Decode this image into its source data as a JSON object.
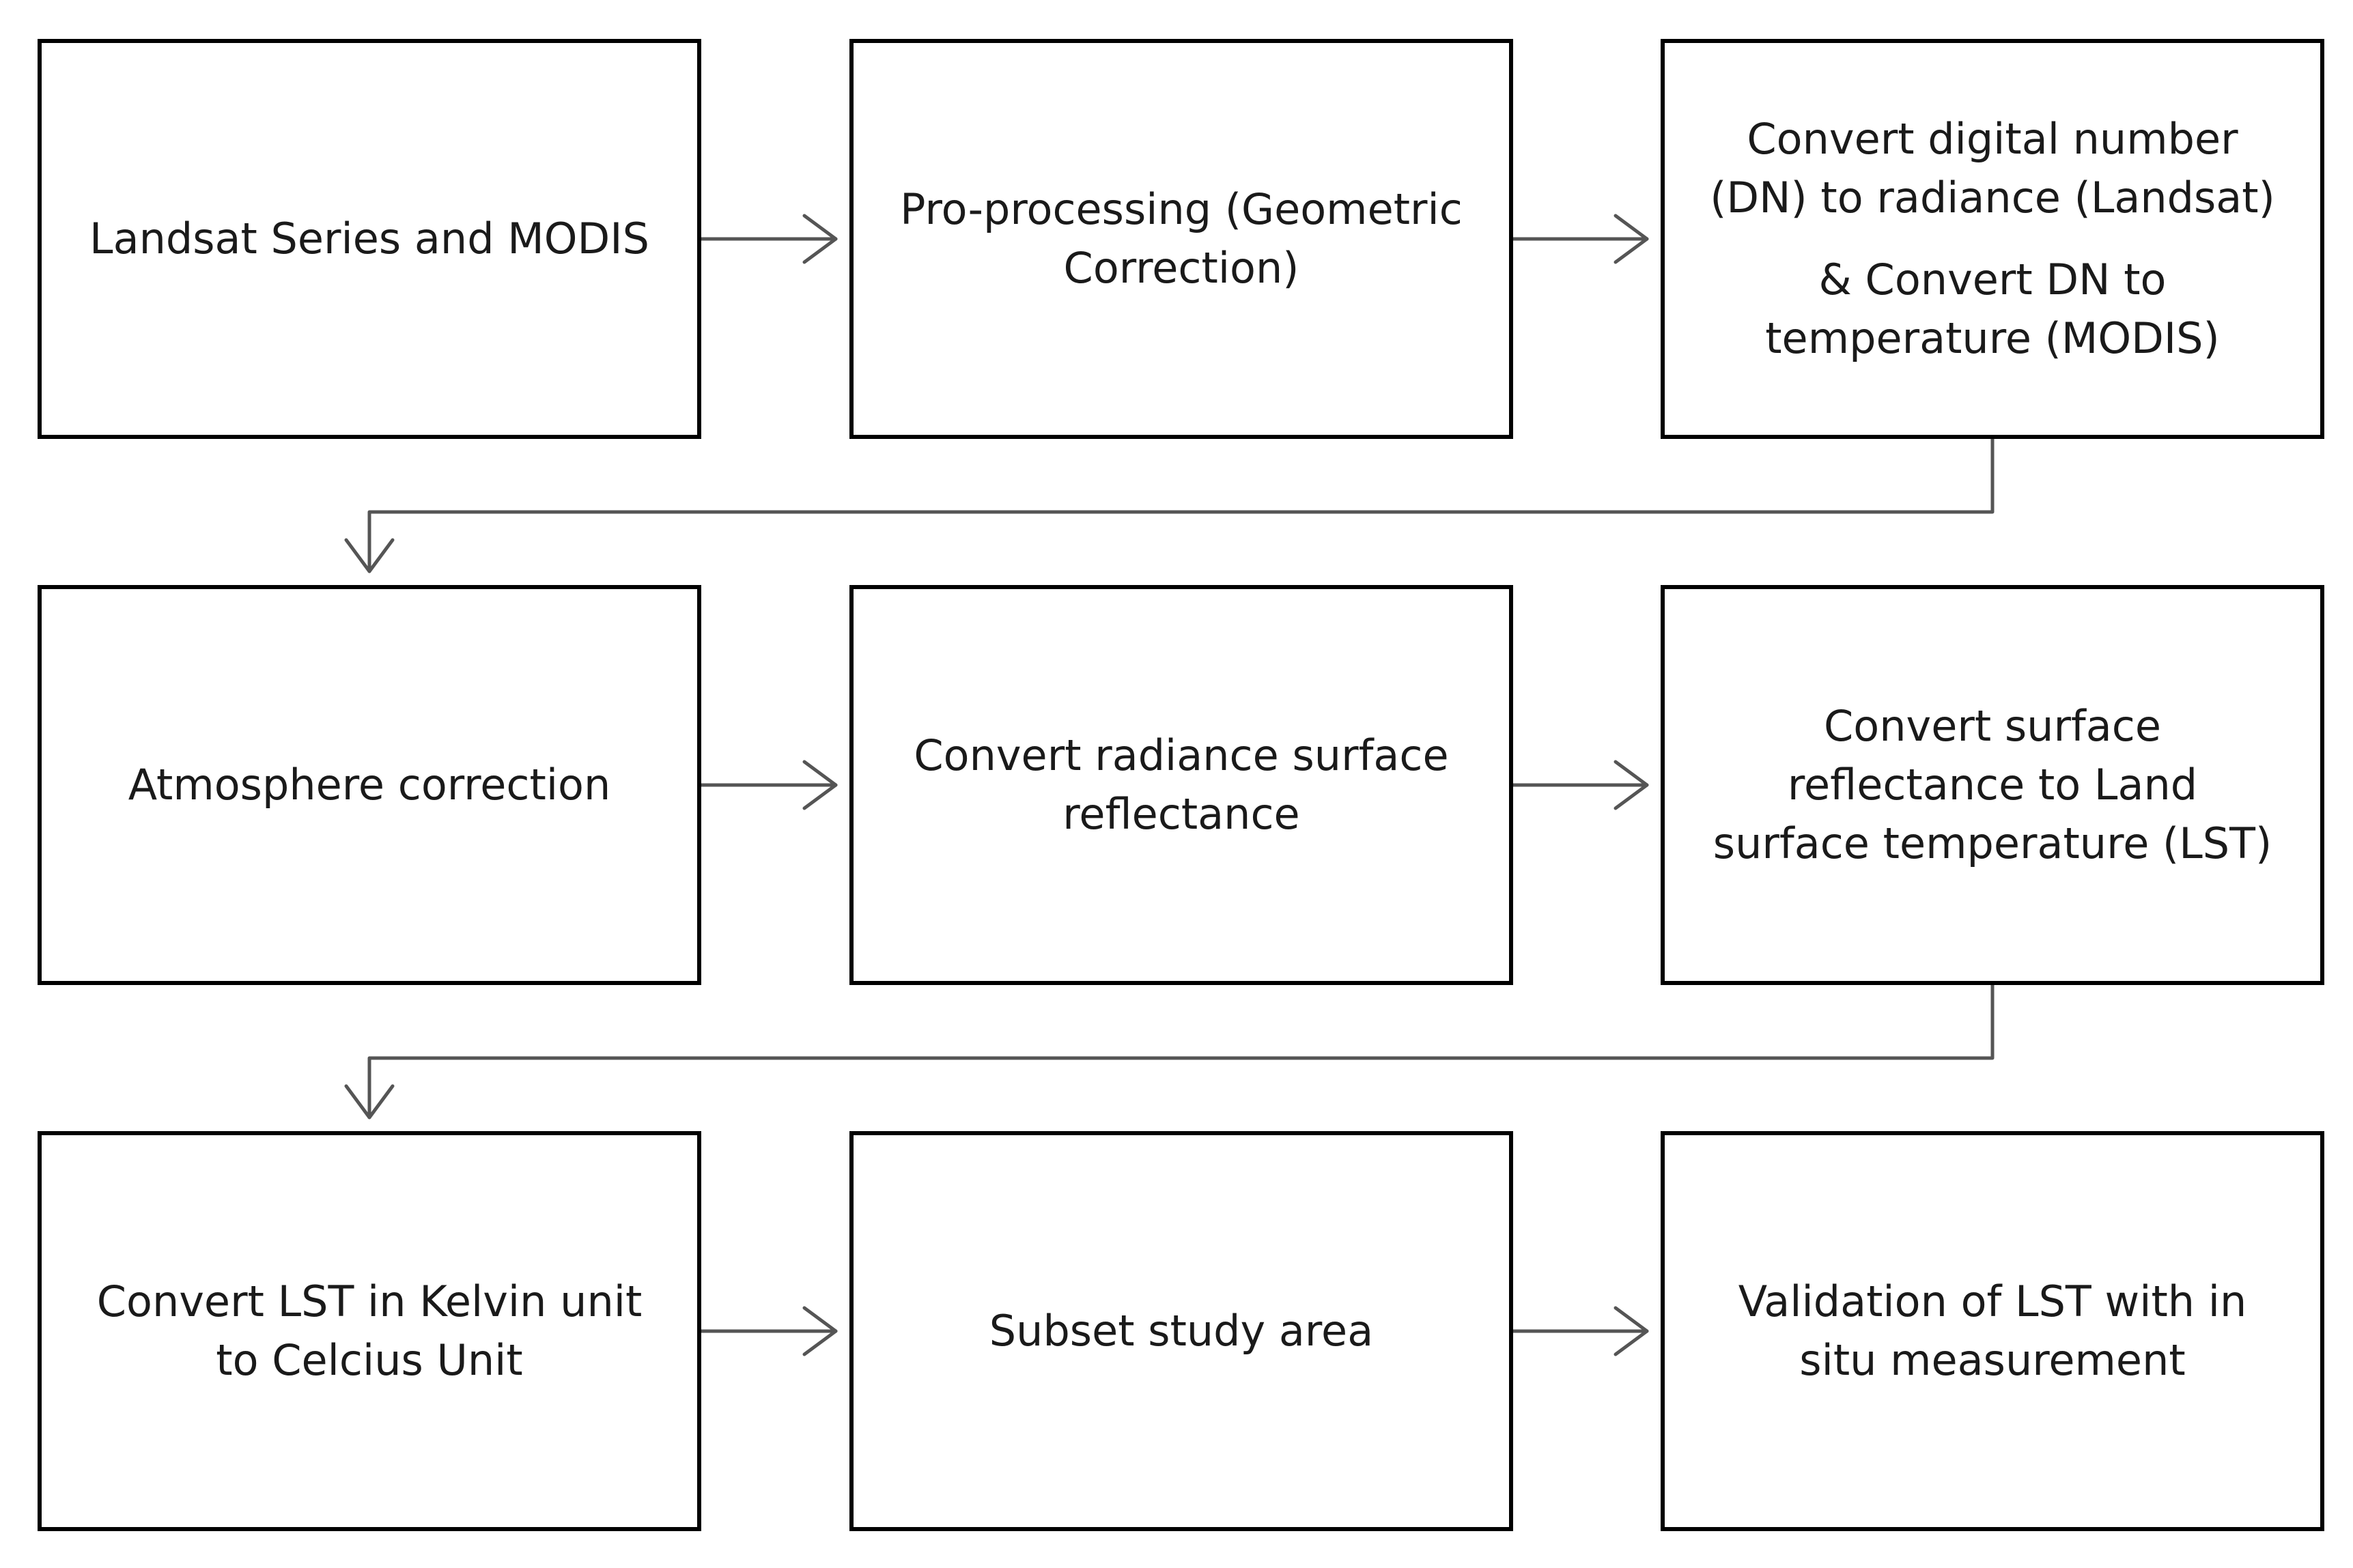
{
  "steps": [
    {
      "lines": [
        "Landsat Series and MODIS"
      ]
    },
    {
      "lines": [
        "Pro-processing (Geometric",
        "Correction)"
      ]
    },
    {
      "lines": [
        "Convert digital number",
        "(DN) to radiance (Landsat)"
      ],
      "lines2": [
        "& Convert DN to",
        "temperature (MODIS)"
      ]
    },
    {
      "lines": [
        "Atmosphere correction"
      ]
    },
    {
      "lines": [
        "Convert radiance surface",
        "reflectance"
      ]
    },
    {
      "lines": [
        "Convert surface",
        "reflectance to Land",
        "surface temperature (LST)"
      ]
    },
    {
      "lines": [
        "Convert LST in Kelvin unit",
        "to Celcius Unit"
      ]
    },
    {
      "lines": [
        "Subset study area"
      ]
    },
    {
      "lines": [
        "Validation of LST with in",
        "situ measurement"
      ]
    }
  ],
  "colors": {
    "stroke": "#000000",
    "connector": "#555555",
    "text": "#1a1a1a",
    "background": "#ffffff"
  }
}
